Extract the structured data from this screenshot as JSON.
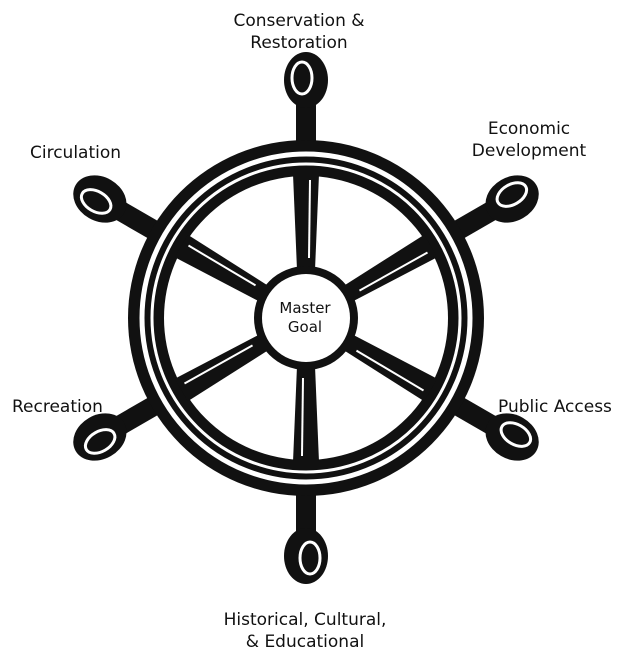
{
  "diagram": {
    "center": {
      "line1": "Master",
      "line2": "Goal"
    },
    "spokes": [
      {
        "id": "conservation",
        "lines": [
          "Conservation &",
          "Restoration"
        ]
      },
      {
        "id": "economic",
        "lines": [
          "Economic",
          "Development"
        ]
      },
      {
        "id": "public-access",
        "lines": [
          "Public Access"
        ]
      },
      {
        "id": "historical",
        "lines": [
          "Historical, Cultural,",
          "& Educational"
        ]
      },
      {
        "id": "recreation",
        "lines": [
          "Recreation"
        ]
      },
      {
        "id": "circulation",
        "lines": [
          "Circulation"
        ]
      }
    ],
    "colors": {
      "ink": "#111111",
      "background": "#ffffff"
    }
  }
}
